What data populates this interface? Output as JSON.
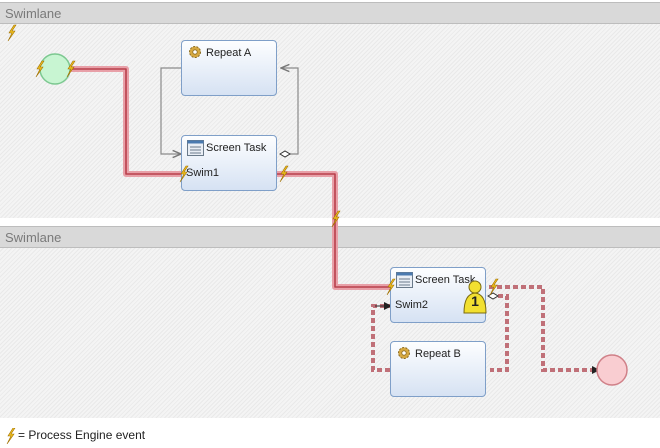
{
  "lanes": [
    {
      "title": "Swimlane"
    },
    {
      "title": "Swimlane"
    }
  ],
  "tasks": {
    "repeat_a": {
      "name": "Repeat A",
      "icon": "gear-icon"
    },
    "screen_task_1": {
      "name": "Screen Task",
      "sub": "Swim1",
      "icon": "screen-icon"
    },
    "screen_task_2": {
      "name": "Screen Task",
      "sub": "Swim2",
      "icon": "screen-icon",
      "badge": "1"
    },
    "repeat_b": {
      "name": "Repeat B",
      "icon": "gear-icon"
    }
  },
  "legend": {
    "text": "= Process Engine event",
    "icon": "lightning-icon"
  },
  "colors": {
    "active_path": "#c0505a",
    "event": "#f0c020",
    "task_border": "#7f9fc8",
    "start": "#b8f0c8",
    "end": "#f7c0c4"
  }
}
